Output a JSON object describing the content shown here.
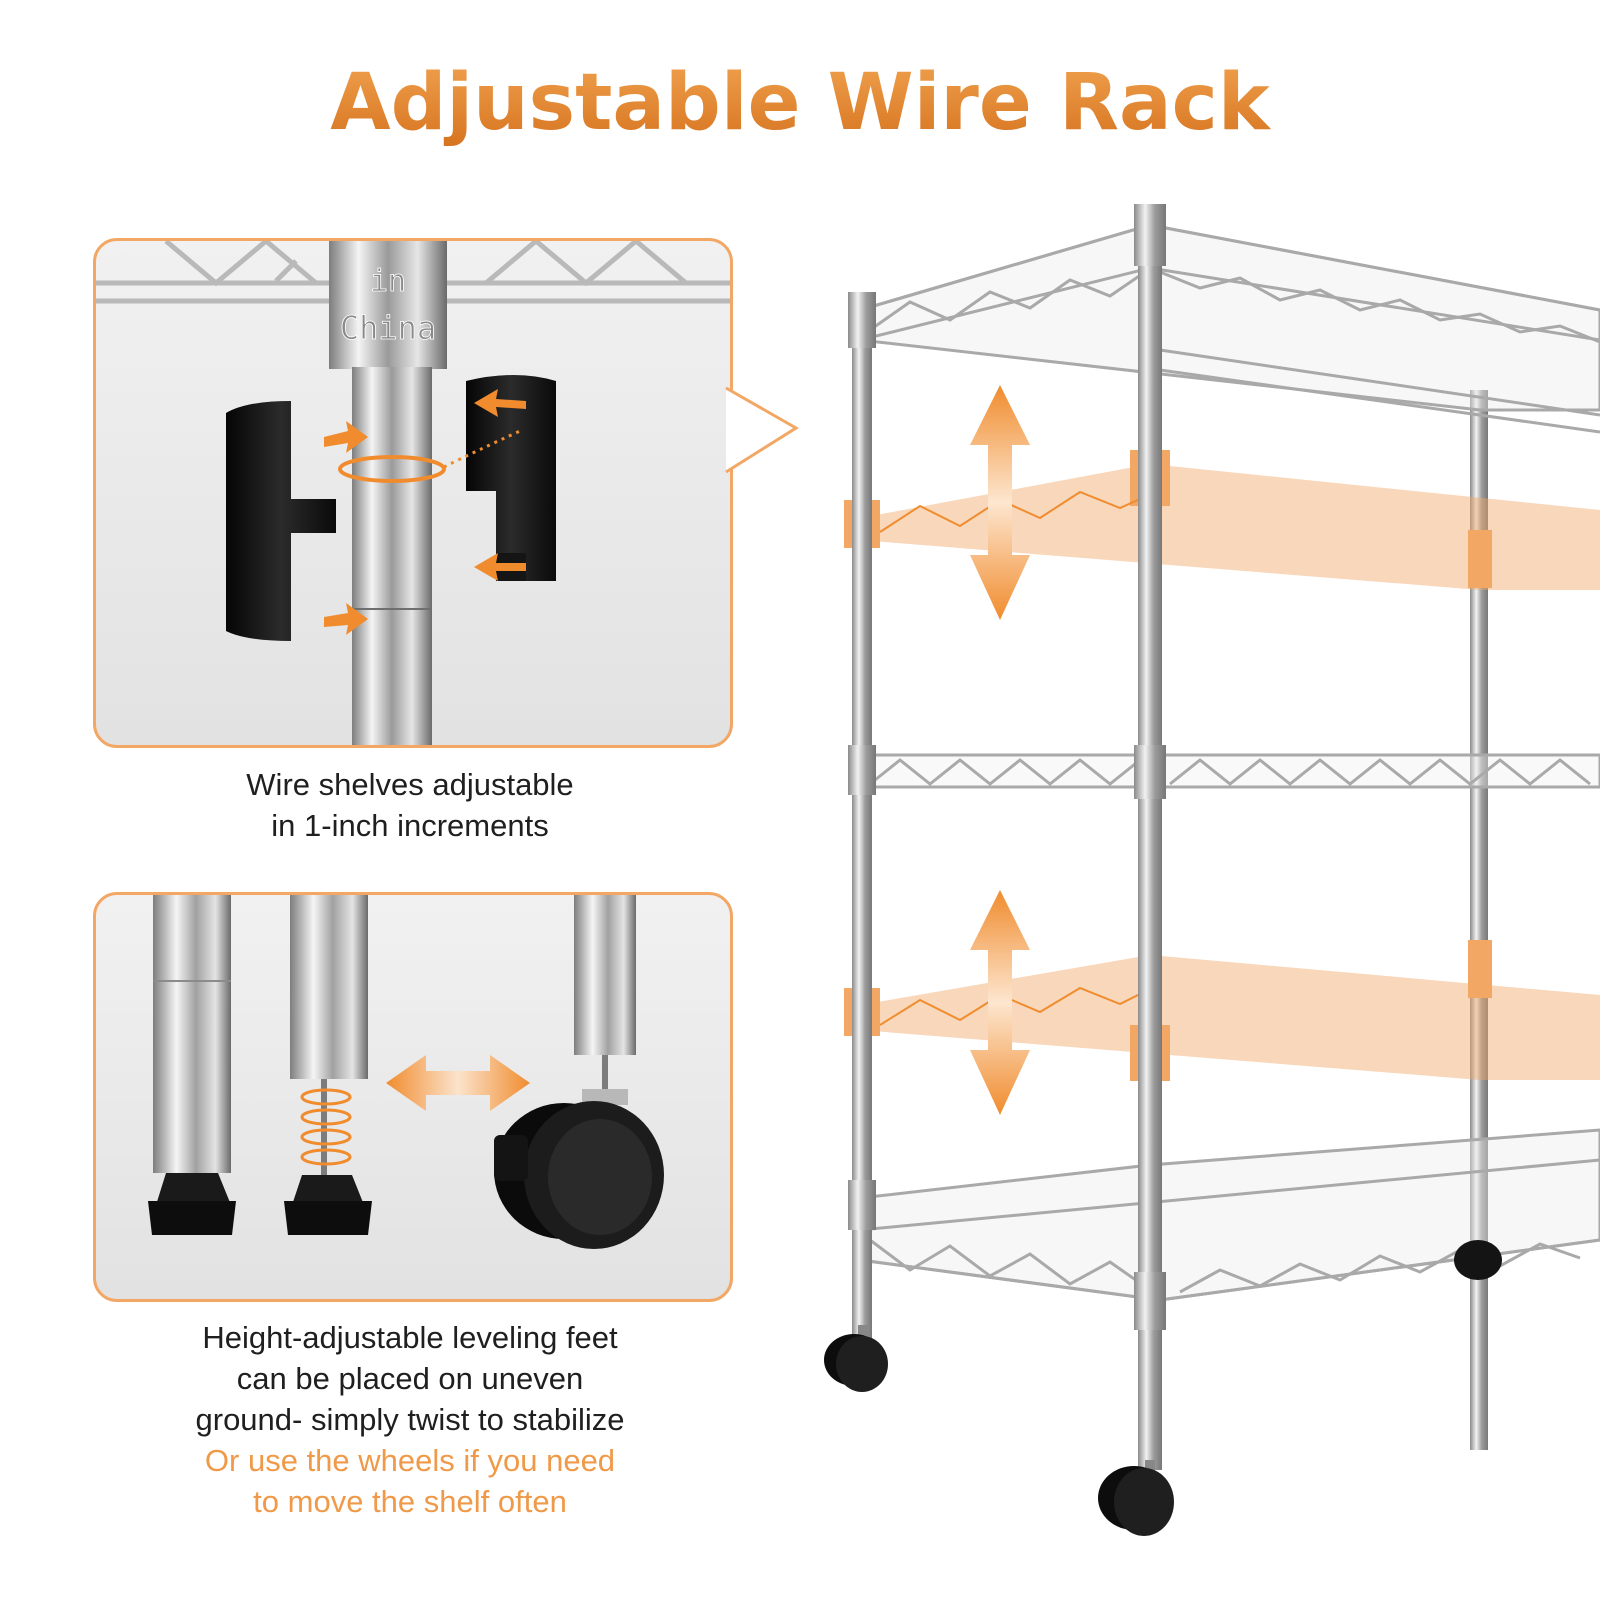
{
  "title": "Adjustable Wire Rack",
  "panel_clips": {
    "pole_engraving": [
      "in",
      "China"
    ]
  },
  "caption_shelves": {
    "line1": "Wire shelves adjustable",
    "line2": "in 1-inch increments"
  },
  "caption_feet": {
    "line1": "Height-adjustable leveling feet",
    "line2": "can be placed on uneven",
    "line3": "ground- simply twist to stabilize",
    "line4": "Or use the wheels if you need",
    "line5": "to move the shelf often"
  },
  "colors": {
    "accent": "#f08c2e",
    "accent_light": "#f2a765",
    "chrome": "#c8c8c8",
    "black_parts": "#111111"
  },
  "icons": [
    "up-down-arrow-icon",
    "left-right-arrow-icon",
    "caster-wheel-icon"
  ]
}
